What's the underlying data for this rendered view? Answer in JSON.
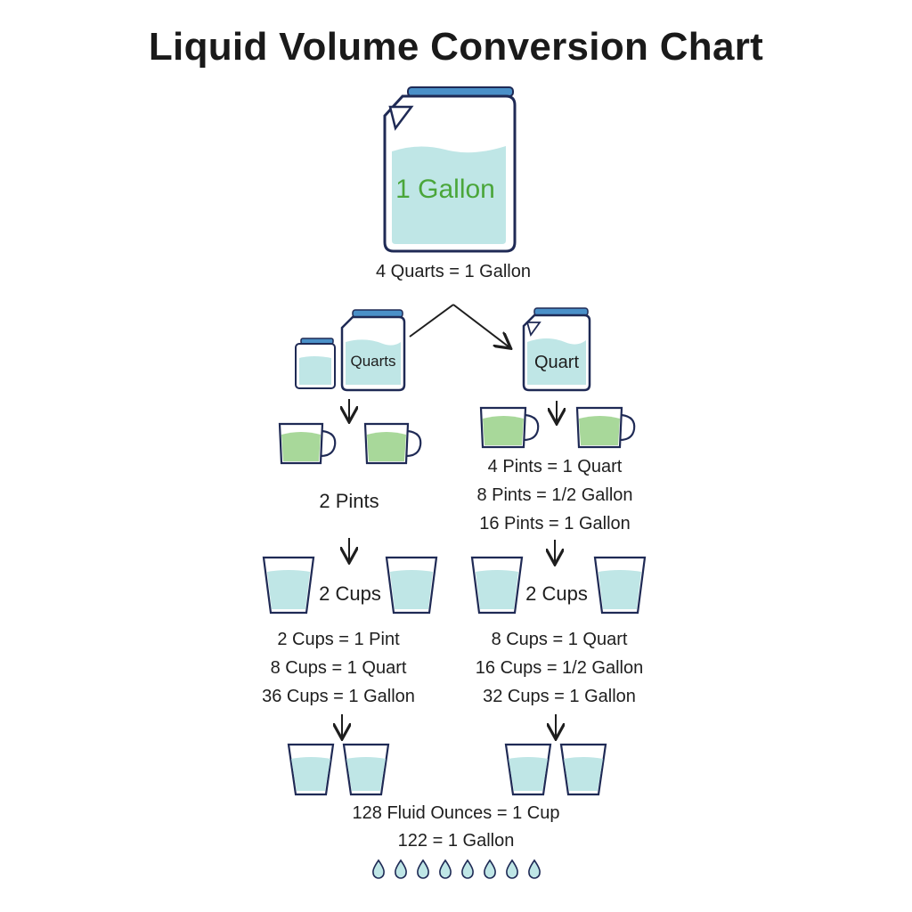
{
  "title": "Liquid Volume Conversion Chart",
  "gallon": {
    "label": "1 Gallon",
    "relation": "4 Quarts = 1 Gallon"
  },
  "left_branch": {
    "container_label": "Quarts",
    "pints_label": "2 Pints",
    "cups_label": "2 Cups",
    "cup_conversions": [
      "2 Cups = 1 Pint",
      "8 Cups = 1 Quart",
      "36 Cups = 1 Gallon"
    ]
  },
  "right_branch": {
    "container_label": "Quart",
    "pint_conversions": [
      "4 Pints = 1 Quart",
      "8 Pints = 1/2 Gallon",
      "16 Pints = 1 Gallon"
    ],
    "cups_label": "2 Cups",
    "cup_conversions": [
      "8 Cups = 1 Quart",
      "16 Cups = 1/2 Gallon",
      "32 Cups = 1 Gallon"
    ]
  },
  "ounces": {
    "lines": [
      "128 Fluid Ounces = 1 Cup",
      "122 = 1 Gallon"
    ]
  },
  "colors": {
    "outline": "#1f2a55",
    "lid": "#4a90c8",
    "water": "#bfe6e6",
    "coffee_green": "#a8d89a",
    "gallon_text": "#4aa63a"
  },
  "icons": [
    "jug-icon",
    "mug-icon",
    "cup-icon",
    "glass-icon",
    "droplet-icon",
    "arrow-icon"
  ]
}
